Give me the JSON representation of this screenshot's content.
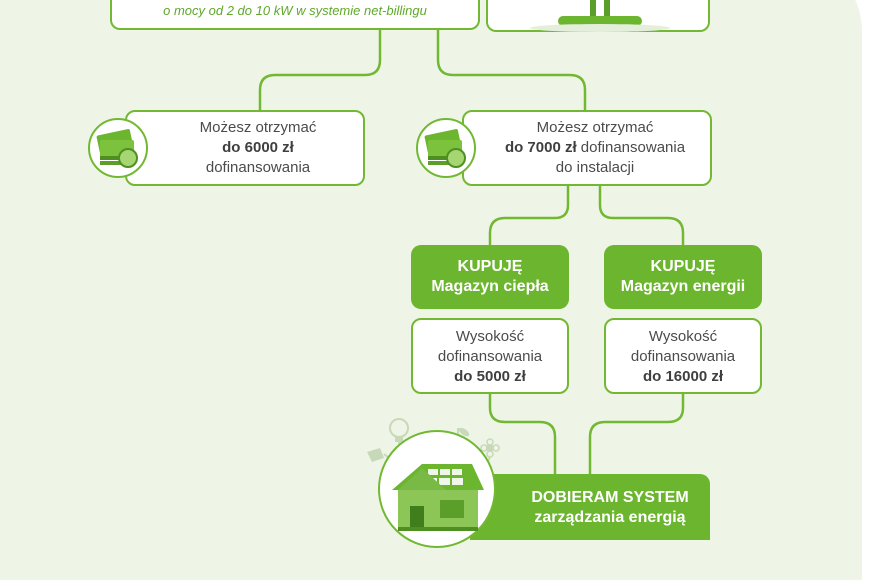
{
  "top": {
    "subtitle": "o mocy od 2 do 10 kW w systemie net-billingu"
  },
  "left_card": {
    "line1": "Możesz otrzymać",
    "amount": "do 6000 zł",
    "line3": "dofinansowania"
  },
  "right_card": {
    "line1": "Możesz otrzymać",
    "amount": "do 7000 zł",
    "line2_rest": " dofinansowania",
    "line3": "do instalacji"
  },
  "heat": {
    "buy": "KUPUJĘ",
    "name": "Magazyn ciepła",
    "line1": "Wysokość",
    "line2": "dofinansowania",
    "amount": "do 5000 zł"
  },
  "energy": {
    "buy": "KUPUJĘ",
    "name": "Magazyn energii",
    "line1": "Wysokość",
    "line2": "dofinansowania",
    "amount": "do 16000 zł"
  },
  "system": {
    "line1": "DOBIERAM SYSTEM",
    "line2": "zarządzania energią"
  },
  "colors": {
    "accent": "#6cb52f",
    "background": "#eef5e6"
  },
  "icons": [
    "money-icon",
    "solar-panel-icon",
    "house-icon",
    "plant-icon",
    "bulb-icon",
    "plug-icon",
    "flower-icon"
  ]
}
